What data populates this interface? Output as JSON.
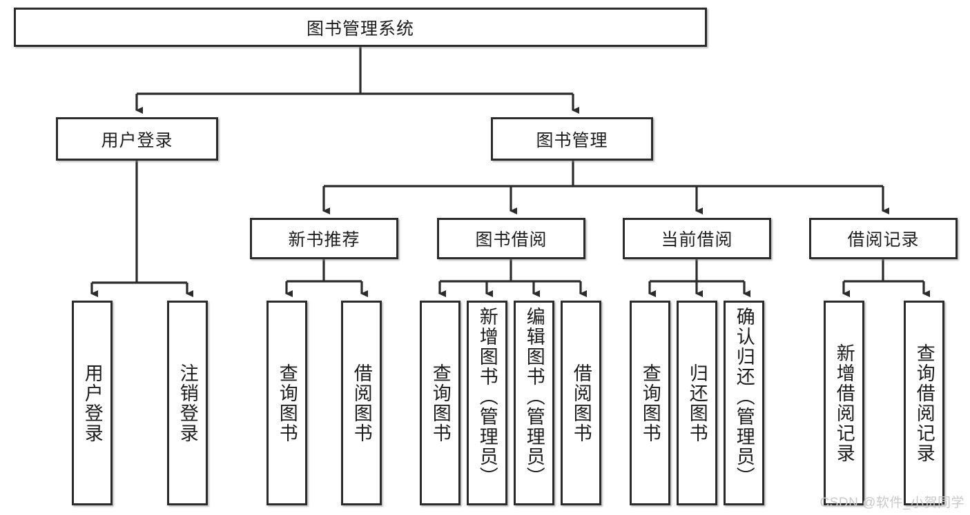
{
  "diagram": {
    "title": "图书管理系统",
    "type": "tree",
    "root": {
      "label": "图书管理系统"
    },
    "level2": [
      {
        "label": "用户登录"
      },
      {
        "label": "图书管理"
      }
    ],
    "level3": [
      {
        "label": "新书推荐"
      },
      {
        "label": "图书借阅"
      },
      {
        "label": "当前借阅"
      },
      {
        "label": "借阅记录"
      }
    ],
    "leaves": {
      "user_login": [
        {
          "label": "用户登录"
        },
        {
          "label": "注销登录"
        }
      ],
      "new_book_recommend": [
        {
          "label": "查询图书"
        },
        {
          "label": "借阅图书"
        }
      ],
      "book_borrow": [
        {
          "label": "查询图书"
        },
        {
          "label": "新增图书（管理员）"
        },
        {
          "label": "编辑图书（管理员）"
        },
        {
          "label": "借阅图书"
        }
      ],
      "current_borrow": [
        {
          "label": "查询图书"
        },
        {
          "label": "归还图书"
        },
        {
          "label": "确认归还（管理员）"
        }
      ],
      "borrow_record": [
        {
          "label": "新增借阅记录"
        },
        {
          "label": "查询借阅记录"
        }
      ]
    }
  },
  "watermark": "CSDN @软件_小贺同学",
  "colors": {
    "border": "#2b2b2b",
    "text": "#1c1c1c",
    "background": "#ffffff",
    "watermark": "#c9c9c9"
  }
}
